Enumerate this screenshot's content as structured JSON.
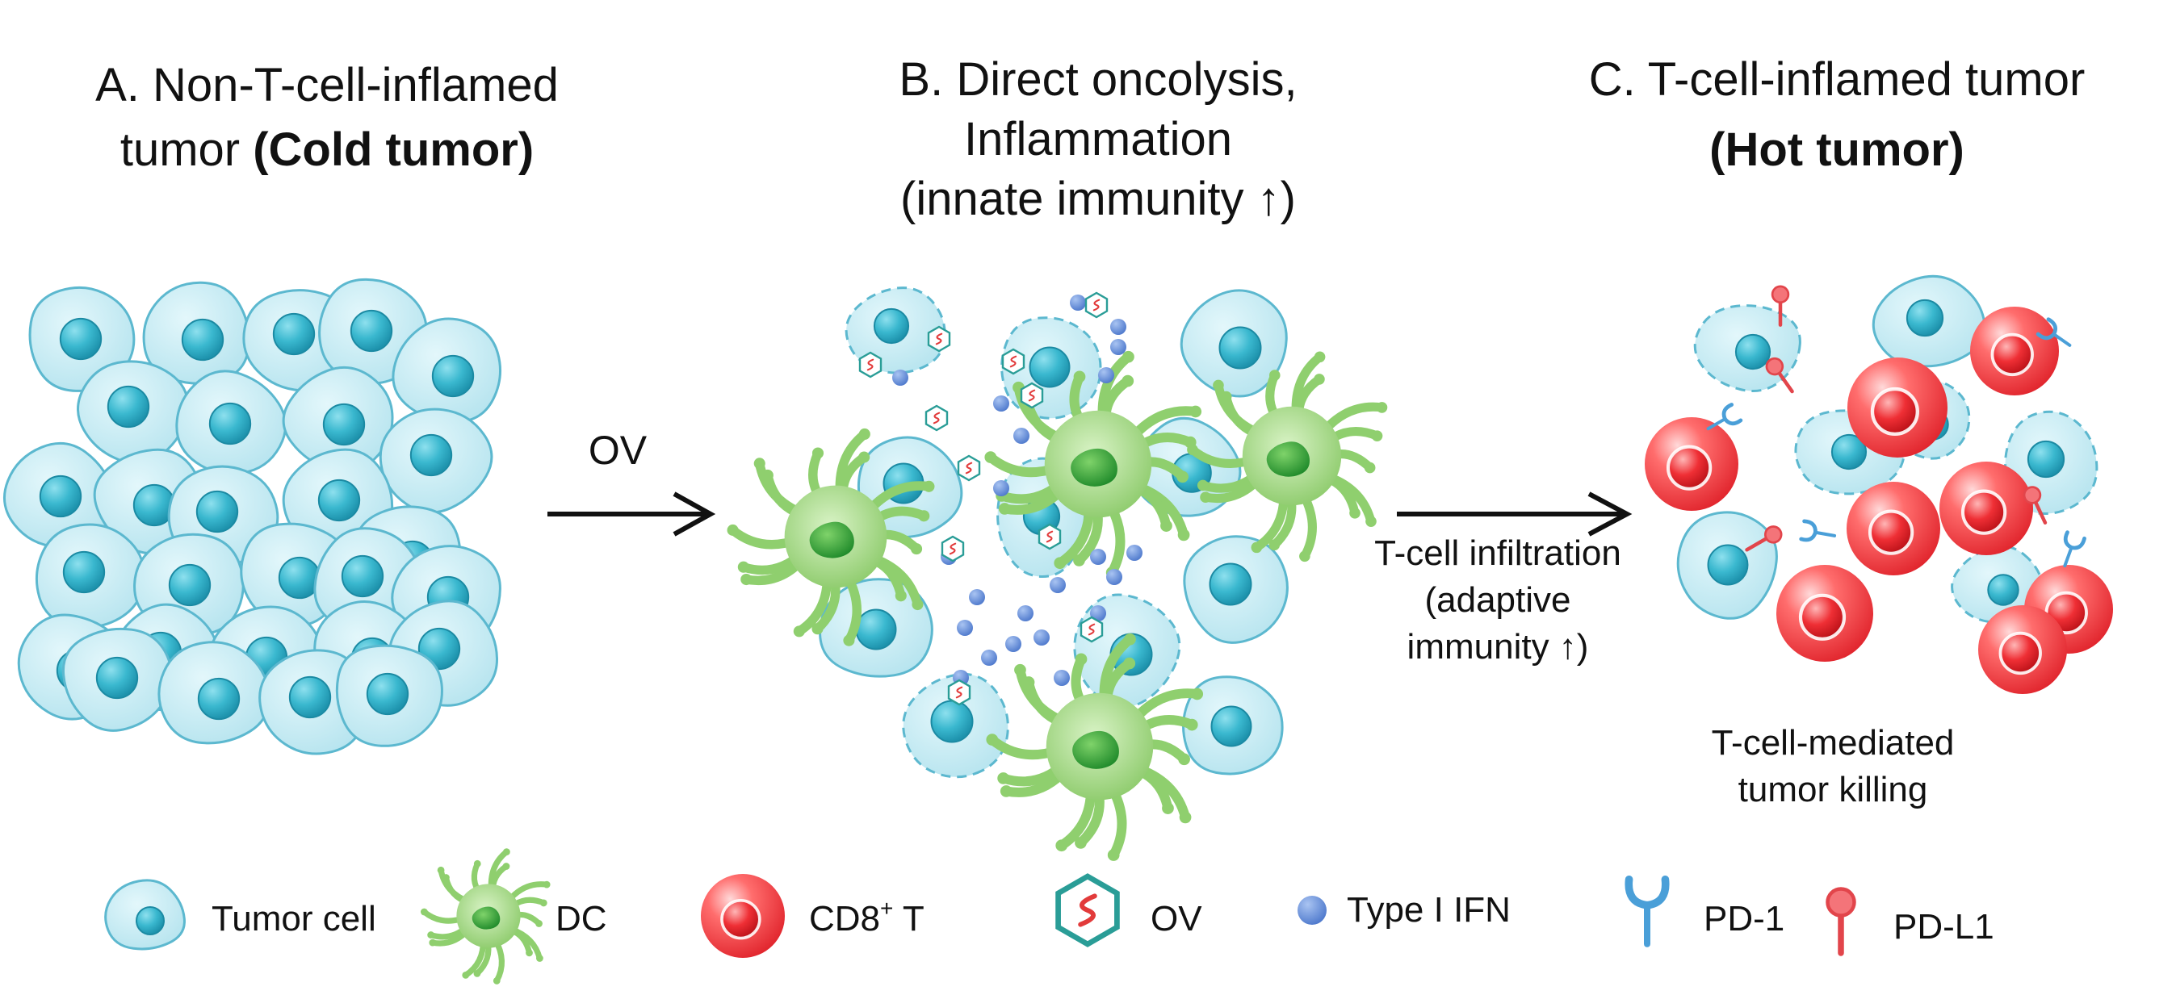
{
  "panels": {
    "a": {
      "line1": "A. Non-T-cell-inflamed",
      "line2_plain": "tumor ",
      "line2_bold": "(Cold tumor)"
    },
    "b": {
      "line1": "B. Direct oncolysis,",
      "line2": "Inflammation",
      "line3": "(innate immunity ↑)"
    },
    "c": {
      "line1": "C. T-cell-inflamed tumor",
      "line2_bold": "(Hot tumor)"
    }
  },
  "arrows": {
    "ov_label": "OV",
    "infiltration_line1": "T-cell infiltration",
    "infiltration_line2": "(adaptive",
    "infiltration_line3": "immunity ↑)"
  },
  "caption": {
    "line1": "T-cell-mediated",
    "line2": "tumor killing"
  },
  "legend": {
    "tumor_cell": "Tumor cell",
    "dc": "DC",
    "cd8_main": "CD8",
    "cd8_sup": "+",
    "cd8_suffix": " T",
    "ov": "OV",
    "ifn": "Type I IFN",
    "pd1": "PD-1",
    "pdl1": "PD-L1"
  },
  "colors": {
    "tumor_fill": "#bfe9f1",
    "tumor_stroke": "#5cb8cf",
    "nucleus": "#35b3cc",
    "dc_fill": "#8fcf6e",
    "dc_nucleus": "#2e9b2e",
    "tcell": "#e8343a",
    "ifn": "#5b86d4",
    "ov_stroke": "#2a9d97",
    "ov_symbol": "#e23b3b",
    "pd1": "#4a9fd8",
    "pdl1": "#e2454b"
  }
}
